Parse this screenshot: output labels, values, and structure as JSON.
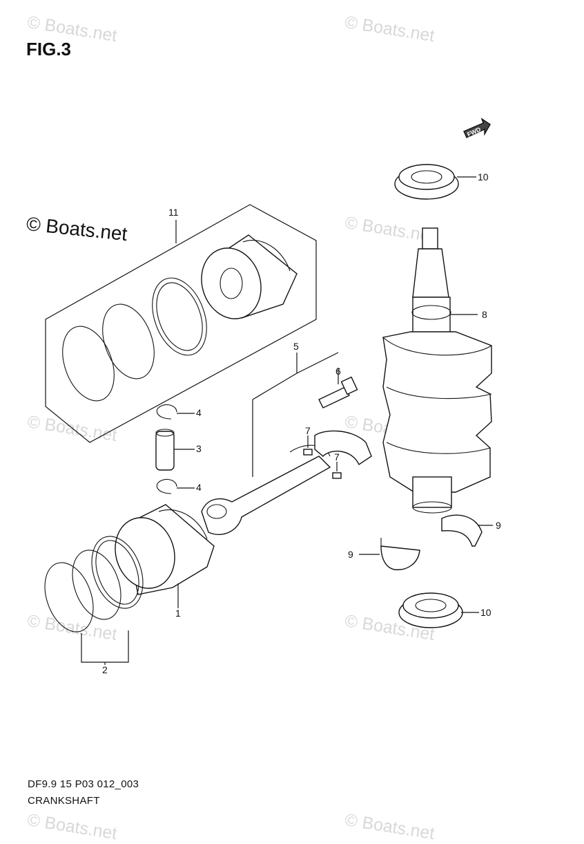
{
  "figure_title": "FIG.3",
  "watermark_main": "© Boats.net",
  "watermark": "© Boats.net",
  "footer": {
    "code": "DF9.9 15 P03 012_003",
    "name": "CRANKSHAFT"
  },
  "fwd_label": "FWD",
  "callouts": [
    "1",
    "2",
    "3",
    "4",
    "4",
    "5",
    "6",
    "7",
    "7",
    "8",
    "9",
    "9",
    "10",
    "10",
    "11"
  ]
}
